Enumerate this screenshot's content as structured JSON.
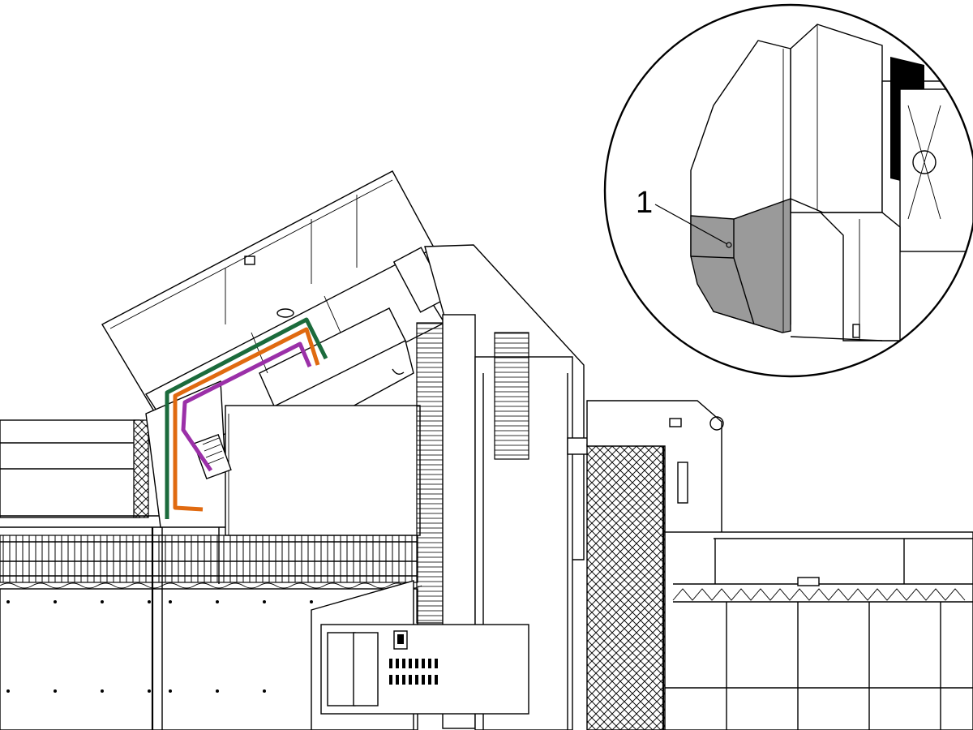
{
  "detail_view": {
    "callouts": [
      {
        "label": "1",
        "target": "highlighted-lower-panel"
      }
    ]
  },
  "colors": {
    "background": "#ffffff",
    "line": "#000000",
    "cable_green": "#1b6b3c",
    "cable_orange": "#e06a10",
    "cable_purple": "#9b30a8",
    "highlight_panel": "#9a9a9a"
  },
  "cables": [
    {
      "name": "green-cable",
      "color_key": "cable_green"
    },
    {
      "name": "orange-cable",
      "color_key": "cable_orange"
    },
    {
      "name": "purple-cable",
      "color_key": "cable_purple"
    }
  ]
}
